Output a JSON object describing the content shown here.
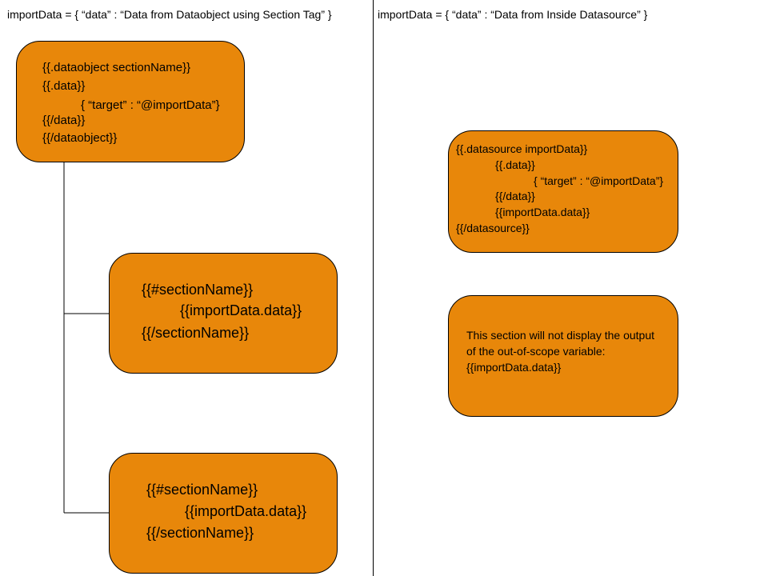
{
  "left_panel": {
    "caption": "importData = { “data” : “Data from Dataobject using Section Tag” }",
    "dataobject_box": {
      "lines": [
        "{{.dataobject sectionName}}",
        "{{.data}}",
        "{ “target” : “@importData”}",
        "{{/data}}",
        "{{/dataobject}}"
      ]
    },
    "section_box_1": {
      "lines": [
        "{{#sectionName}}",
        "{{importData.data}}",
        "{{/sectionName}}"
      ]
    },
    "section_box_2": {
      "lines": [
        "{{#sectionName}}",
        "{{importData.data}}",
        "{{/sectionName}}"
      ]
    }
  },
  "right_panel": {
    "caption": "importData = { “data” : “Data from Inside Datasource” }",
    "datasource_box": {
      "lines": [
        "{{.datasource importData}}",
        "{{.data}}",
        "{ “target” : “@importData”}",
        "{{/data}}",
        "{{importData.data}}",
        "{{/datasource}}"
      ]
    },
    "out_of_scope_box": {
      "lines": [
        "This section will not display the output",
        "of the out-of-scope variable:",
        "{{importData.data}}"
      ]
    }
  },
  "colors": {
    "box_fill": "#e8870a",
    "box_border": "#000000",
    "line": "#000000",
    "background": "#ffffff"
  }
}
